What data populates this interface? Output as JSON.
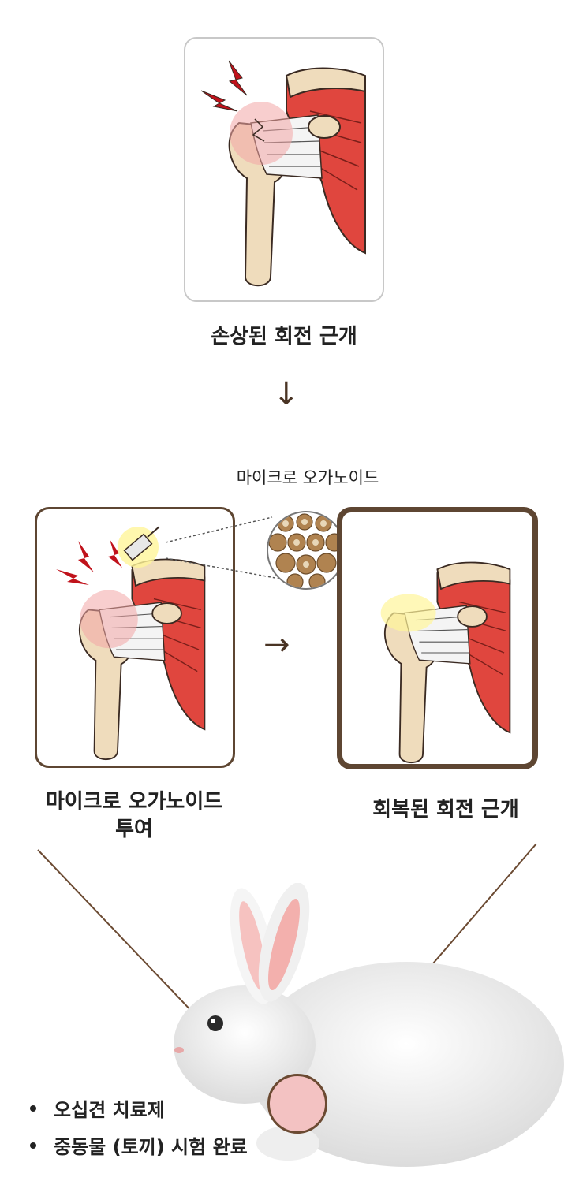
{
  "top": {
    "caption": "손상된 회전 근개"
  },
  "middle": {
    "label": "마이크로 오가노이드",
    "left_caption_line1": "마이크로 오가노이드",
    "left_caption_line2": "투여",
    "right_caption": "회복된 회전 근개"
  },
  "bottom": {
    "bullets": [
      "오십견 치료제",
      "중동물 (토끼) 시험 완료"
    ]
  },
  "icons": [
    "shoulder-illustration-icon",
    "lightning-icon",
    "syringe-icon",
    "organoid-cluster-icon",
    "rabbit-icon",
    "down-arrow-icon",
    "right-arrow-icon"
  ],
  "colors": {
    "frame_brown": "#5e4632",
    "muscle_red": "#e0463e",
    "bone_beige": "#efdcbc",
    "tendon_white": "#f4f4f4",
    "highlight_yellow": "#fff59a"
  }
}
